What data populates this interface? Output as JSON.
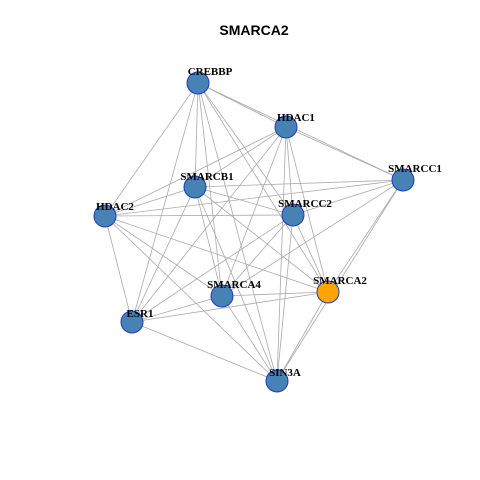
{
  "title": "SMARCA2",
  "colors": {
    "default_node": "#4682b4",
    "highlight_node": "#ffa500",
    "node_border": "#1f3bbd",
    "edge": "#aaaaaa"
  },
  "nodes": [
    {
      "id": "CREBBP",
      "label": "CREBBP",
      "highlight": false
    },
    {
      "id": "HDAC1",
      "label": "HDAC1",
      "highlight": false
    },
    {
      "id": "SMARCC1",
      "label": "SMARCC1",
      "highlight": false
    },
    {
      "id": "SMARCB1",
      "label": "SMARCB1",
      "highlight": false
    },
    {
      "id": "HDAC2",
      "label": "HDAC2",
      "highlight": false
    },
    {
      "id": "SMARCC2",
      "label": "SMARCC2",
      "highlight": false
    },
    {
      "id": "SMARCA2",
      "label": "SMARCA2",
      "highlight": true
    },
    {
      "id": "SMARCA4",
      "label": "SMARCA4",
      "highlight": false
    },
    {
      "id": "ESR1",
      "label": "ESR1",
      "highlight": false
    },
    {
      "id": "SIN3A",
      "label": "SIN3A",
      "highlight": false
    }
  ],
  "edges": [
    [
      "CREBBP",
      "HDAC1"
    ],
    [
      "CREBBP",
      "SMARCC1"
    ],
    [
      "CREBBP",
      "SMARCB1"
    ],
    [
      "CREBBP",
      "HDAC2"
    ],
    [
      "CREBBP",
      "SMARCC2"
    ],
    [
      "CREBBP",
      "SMARCA2"
    ],
    [
      "CREBBP",
      "SMARCA4"
    ],
    [
      "CREBBP",
      "ESR1"
    ],
    [
      "CREBBP",
      "SIN3A"
    ],
    [
      "HDAC1",
      "SMARCC1"
    ],
    [
      "HDAC1",
      "SMARCB1"
    ],
    [
      "HDAC1",
      "HDAC2"
    ],
    [
      "HDAC1",
      "SMARCC2"
    ],
    [
      "HDAC1",
      "SMARCA2"
    ],
    [
      "HDAC1",
      "SMARCA4"
    ],
    [
      "HDAC1",
      "ESR1"
    ],
    [
      "HDAC1",
      "SIN3A"
    ],
    [
      "SMARCC1",
      "SMARCB1"
    ],
    [
      "SMARCC1",
      "HDAC2"
    ],
    [
      "SMARCC1",
      "SMARCC2"
    ],
    [
      "SMARCC1",
      "SMARCA2"
    ],
    [
      "SMARCC1",
      "SMARCA4"
    ],
    [
      "SMARCC1",
      "SIN3A"
    ],
    [
      "SMARCB1",
      "HDAC2"
    ],
    [
      "SMARCB1",
      "SMARCC2"
    ],
    [
      "SMARCB1",
      "SMARCA2"
    ],
    [
      "SMARCB1",
      "SMARCA4"
    ],
    [
      "SMARCB1",
      "ESR1"
    ],
    [
      "SMARCB1",
      "SIN3A"
    ],
    [
      "HDAC2",
      "SMARCC2"
    ],
    [
      "HDAC2",
      "SMARCA2"
    ],
    [
      "HDAC2",
      "SMARCA4"
    ],
    [
      "HDAC2",
      "ESR1"
    ],
    [
      "HDAC2",
      "SIN3A"
    ],
    [
      "SMARCC2",
      "SMARCA2"
    ],
    [
      "SMARCC2",
      "SMARCA4"
    ],
    [
      "SMARCC2",
      "ESR1"
    ],
    [
      "SMARCC2",
      "SIN3A"
    ],
    [
      "SMARCA2",
      "SMARCA4"
    ],
    [
      "SMARCA2",
      "ESR1"
    ],
    [
      "SMARCA2",
      "SIN3A"
    ],
    [
      "SMARCA4",
      "ESR1"
    ],
    [
      "SMARCA4",
      "SIN3A"
    ],
    [
      "ESR1",
      "SIN3A"
    ]
  ]
}
